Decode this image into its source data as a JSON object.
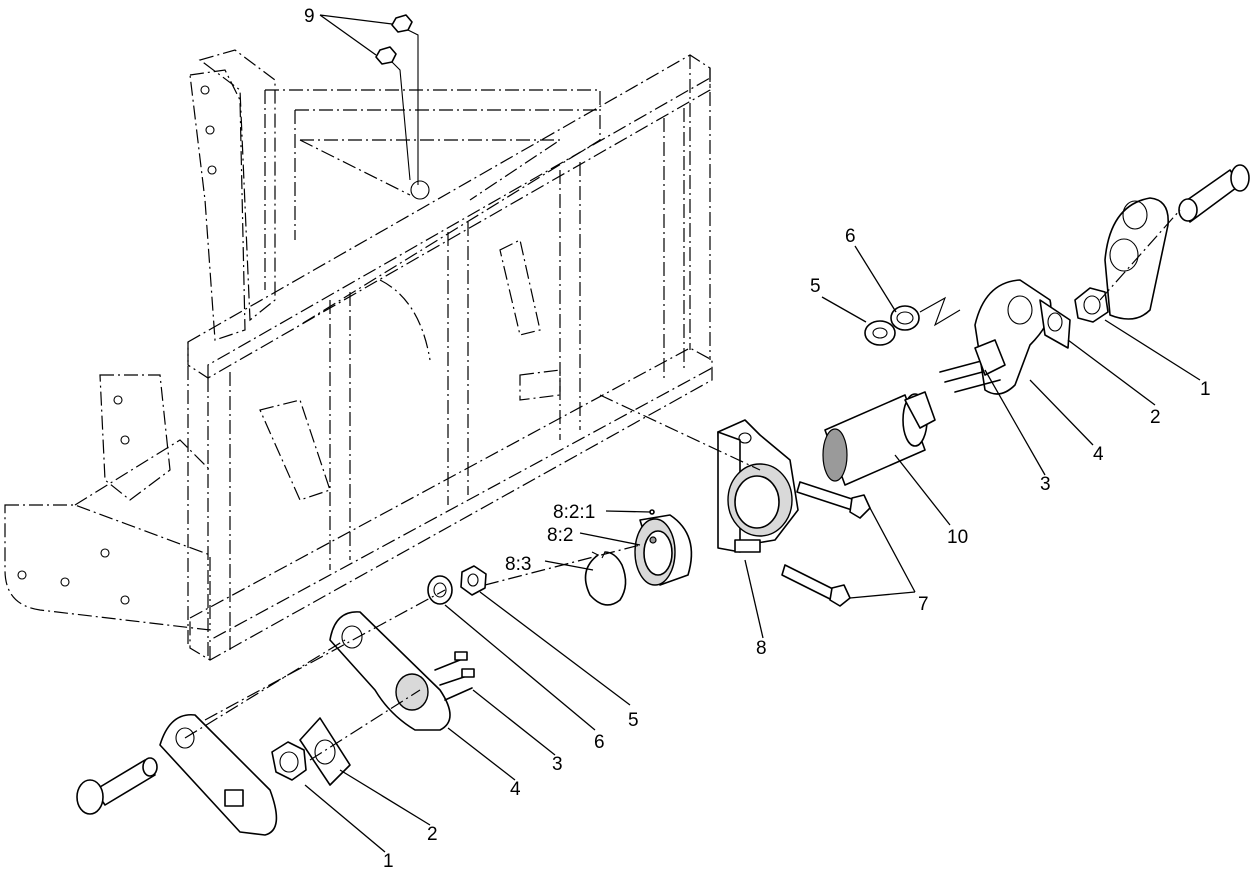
{
  "callouts": [
    {
      "id": "c9",
      "text": "9"
    },
    {
      "id": "c6-top",
      "text": "6"
    },
    {
      "id": "c5-top",
      "text": "5"
    },
    {
      "id": "c1-right",
      "text": "1"
    },
    {
      "id": "c2-right",
      "text": "2"
    },
    {
      "id": "c4-right",
      "text": "4"
    },
    {
      "id": "c3-right",
      "text": "3"
    },
    {
      "id": "c10",
      "text": "10"
    },
    {
      "id": "c7",
      "text": "7"
    },
    {
      "id": "c8",
      "text": "8"
    },
    {
      "id": "c8-2-1",
      "text": "8:2:1"
    },
    {
      "id": "c8-2",
      "text": "8:2"
    },
    {
      "id": "c8-3",
      "text": "8:3"
    },
    {
      "id": "c5-bottom",
      "text": "5"
    },
    {
      "id": "c6-bottom",
      "text": "6"
    },
    {
      "id": "c3-bottom",
      "text": "3"
    },
    {
      "id": "c4-bottom",
      "text": "4"
    },
    {
      "id": "c2-bottom",
      "text": "2"
    },
    {
      "id": "c1-bottom",
      "text": "1"
    }
  ]
}
